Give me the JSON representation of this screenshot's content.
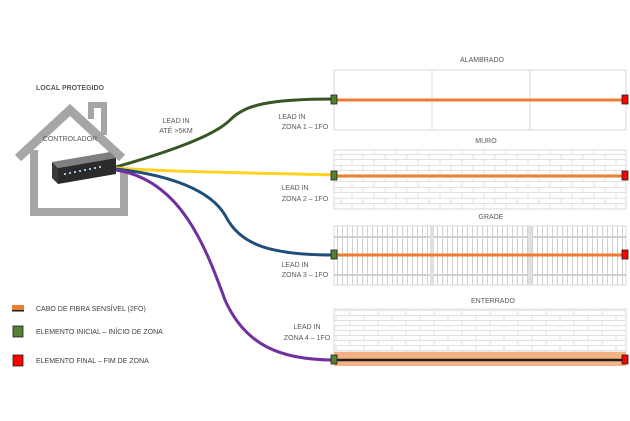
{
  "site": {
    "title": "LOCAL PROTEGIDO",
    "controller_label": "CONTROLADOR"
  },
  "lead_main": {
    "line1": "LEAD IN",
    "line2": "ATÉ >5KM"
  },
  "zones": [
    {
      "section_title": "ALAMBRADO",
      "lead_line1": "LEAD IN",
      "lead_line2": "ZONA 1 – 1FO",
      "cable_color": "#375623"
    },
    {
      "section_title": "MURO",
      "lead_line1": "LEAD IN",
      "lead_line2": "ZONA 2 – 1FO",
      "cable_color": "#FFD21F"
    },
    {
      "section_title": "GRADE",
      "lead_line1": "LEAD IN",
      "lead_line2": "ZONA 3 – 1FO",
      "cable_color": "#1F4E79"
    },
    {
      "section_title": "ENTERRADO",
      "lead_line1": "LEAD IN",
      "lead_line2": "ZONA 4 – 1FO",
      "cable_color": "#7030A0"
    }
  ],
  "legend": [
    {
      "label": "CABO DE FIBRA SENSÍVEL (2FO)",
      "icon": "orange-cable-icon",
      "color": "#ED7D31"
    },
    {
      "label": "ELEMENTO INICIAL – INÍCIO DE ZONA",
      "icon": "green-start-element-icon",
      "color": "#548235"
    },
    {
      "label": "ELEMENTO FINAL – FIM DE ZONA",
      "icon": "red-end-element-icon",
      "color": "#FF0000"
    }
  ],
  "colors": {
    "house": "#A6A6A6",
    "fiber": "#ED7D31",
    "start_element": "#548235",
    "end_element": "#FF0000",
    "panel_line": "#D9D9D9"
  }
}
